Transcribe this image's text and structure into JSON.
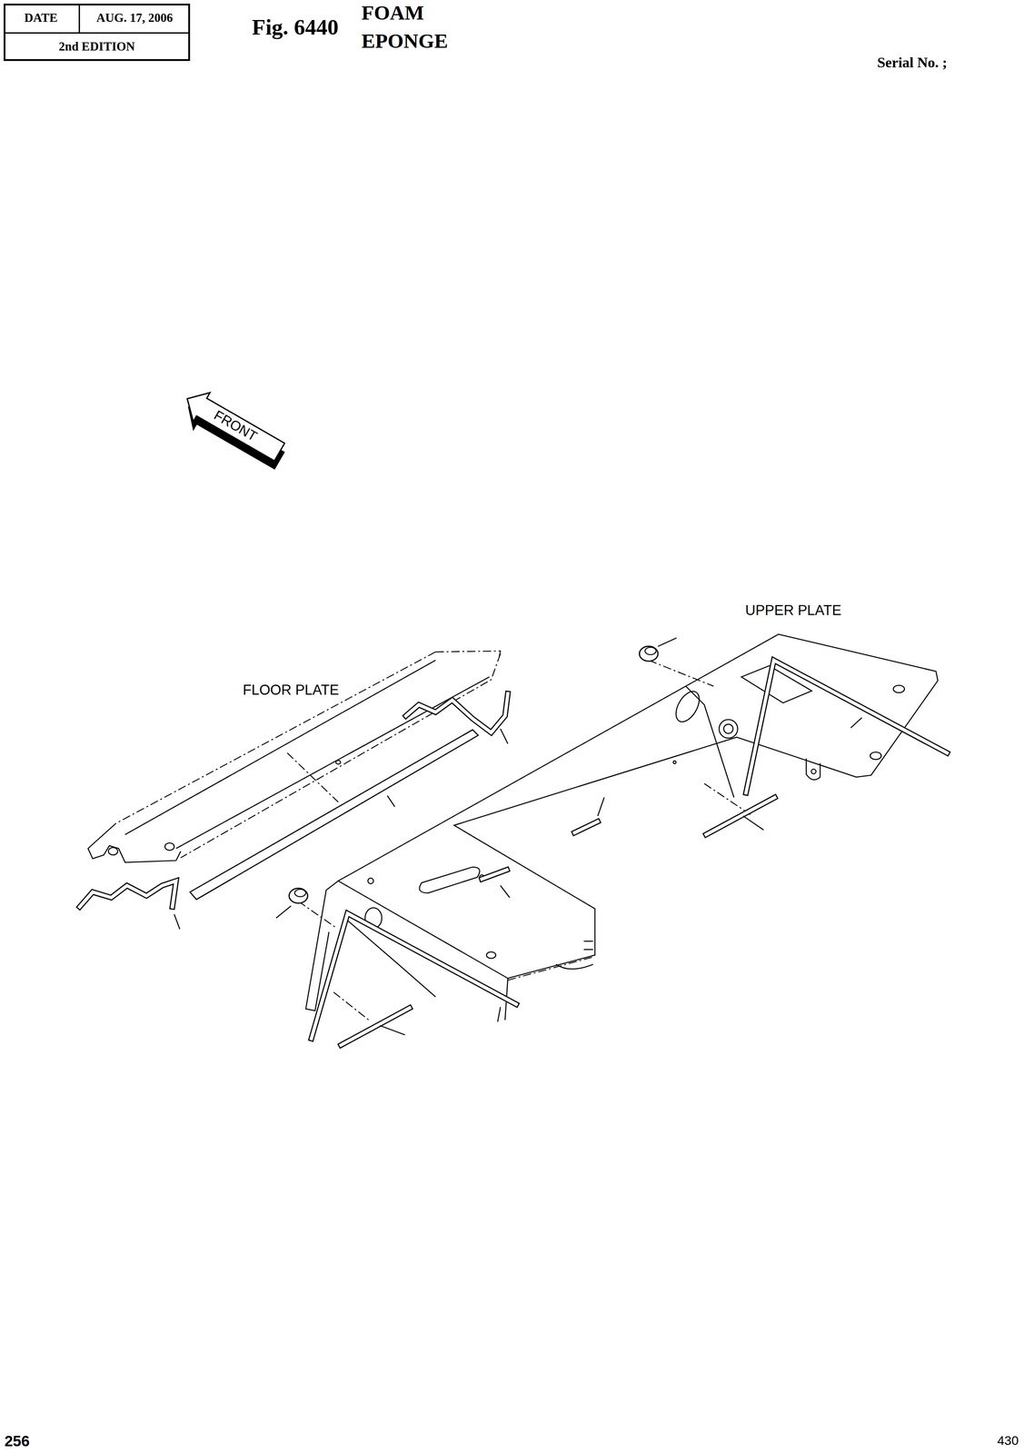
{
  "diagram": {
    "title": "Fig. 6440",
    "nodes": [
      {
        "text": [
          "DATE",
          "AUG. 17, 2006",
          "2nd EDITION"
        ]
      },
      {
        "text": [
          "FRONT"
        ]
      }
    ],
    "labels": [
      "FOAM",
      "EPONGE",
      "Serial No. ;",
      "FLOOR PLATE",
      "UPPER PLATE",
      "256",
      "430"
    ]
  }
}
